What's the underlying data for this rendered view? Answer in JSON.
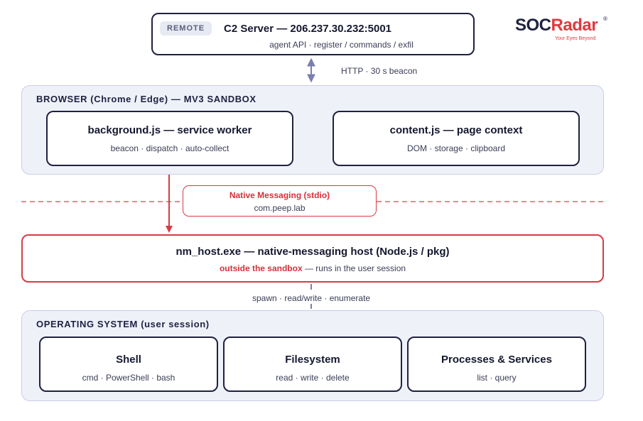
{
  "logo": {
    "brand_part1": "SOC",
    "brand_part2": "Radar",
    "registered": "®",
    "tagline": "Your Eyes Beyond"
  },
  "c2": {
    "badge": "REMOTE",
    "title": "C2 Server — 206.237.30.232:5001",
    "subtitle": "agent API · register / commands / exfil"
  },
  "link_c2": "HTTP · 30 s beacon",
  "browser": {
    "title": "BROWSER (Chrome / Edge) — MV3 SANDBOX",
    "background": {
      "title": "background.js — service worker",
      "subtitle": "beacon · dispatch · auto-collect"
    },
    "content": {
      "title": "content.js — page context",
      "subtitle": "DOM · storage · clipboard"
    }
  },
  "native": {
    "title": "Native Messaging (stdio)",
    "subtitle": "com.peep.lab"
  },
  "host": {
    "title": "nm_host.exe — native-messaging host (Node.js / pkg)",
    "warning": "outside the sandbox",
    "subtitle_rest": " — runs in the user session"
  },
  "link_os": "spawn · read/write · enumerate",
  "os": {
    "title": "OPERATING SYSTEM (user session)",
    "shell": {
      "title": "Shell",
      "subtitle": "cmd · PowerShell · bash"
    },
    "filesystem": {
      "title": "Filesystem",
      "subtitle": "read · write · delete"
    },
    "processes": {
      "title": "Processes & Services",
      "subtitle": "list · query"
    }
  },
  "colors": {
    "accent_red": "#d63b45",
    "navy": "#1e2140",
    "zone_bg": "#eff1f9",
    "arrow": "#7b7fae"
  }
}
